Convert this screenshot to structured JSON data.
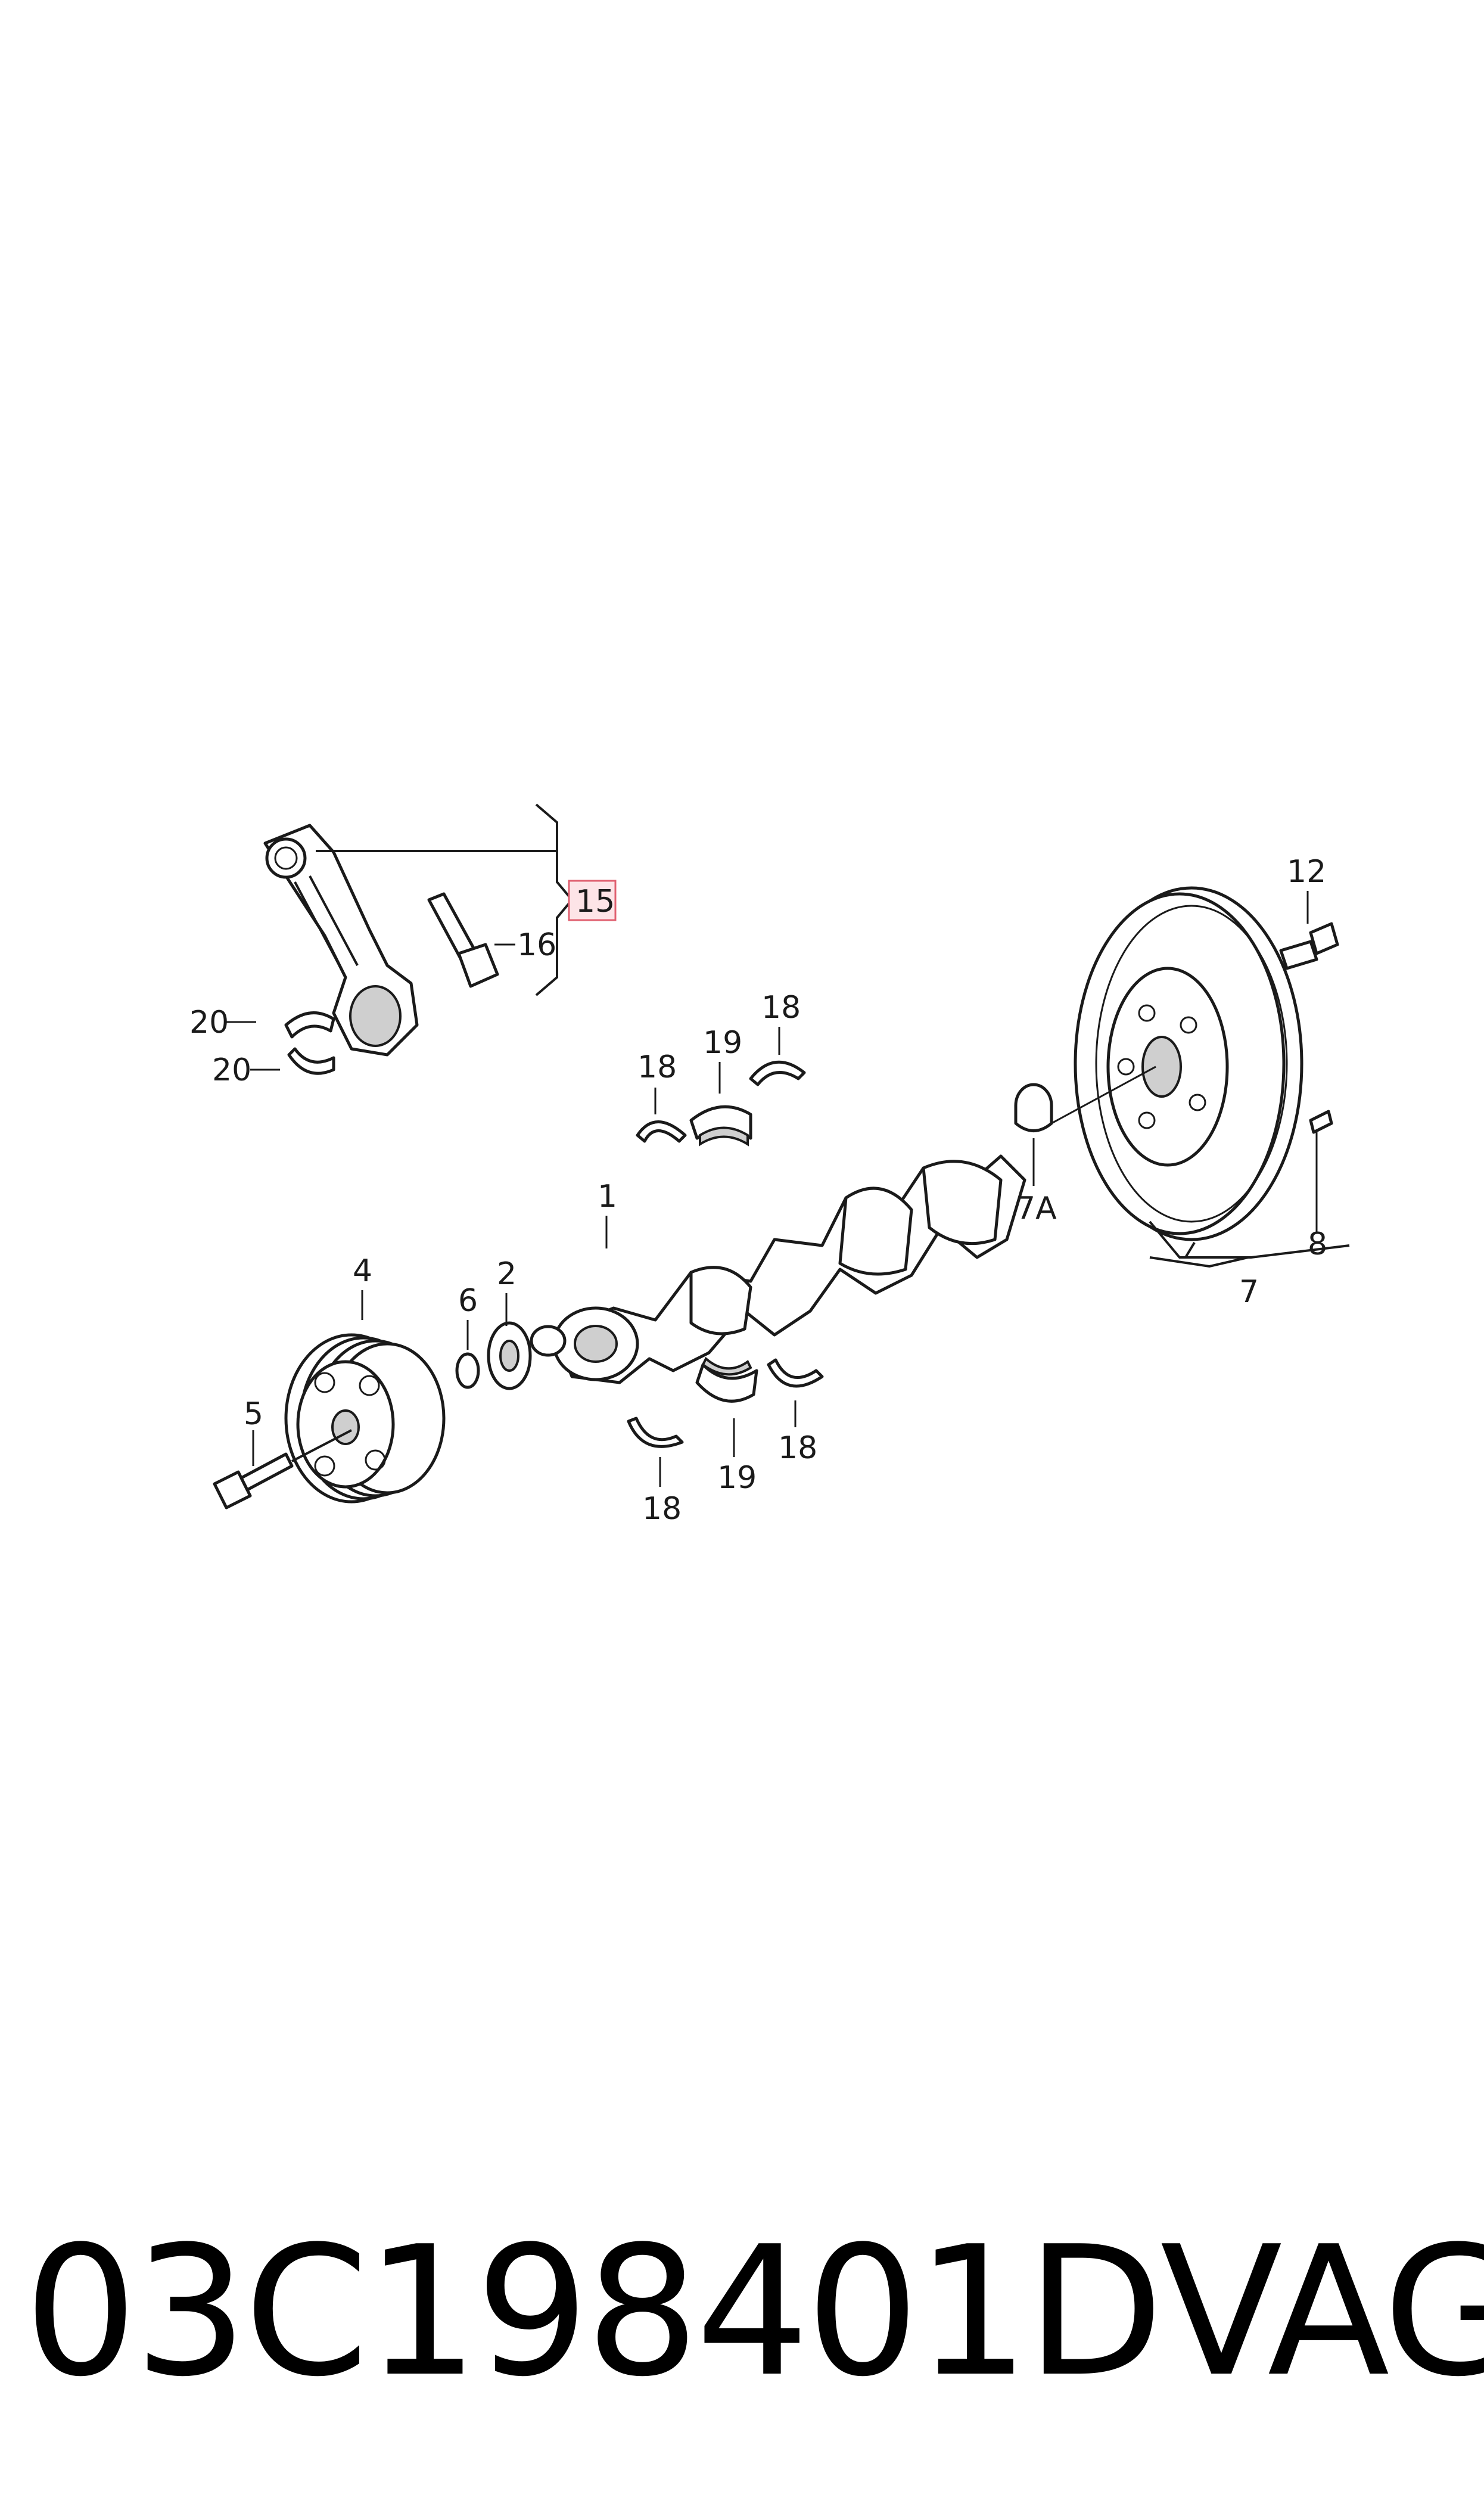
{
  "diagram": {
    "callouts": {
      "c1": "1",
      "c2": "2",
      "c4": "4",
      "c5": "5",
      "c6": "6",
      "c7": "7",
      "c7a": "7A",
      "c8": "8",
      "c12": "12",
      "c15": "15",
      "c16": "16",
      "c18a": "18",
      "c18b": "18",
      "c18c": "18",
      "c18d": "18",
      "c19a": "19",
      "c19b": "19",
      "c20a": "20",
      "c20b": "20"
    },
    "highlight_color": "#e06070"
  },
  "footer": {
    "part_number": "03C198401D",
    "brand": "VAG"
  }
}
